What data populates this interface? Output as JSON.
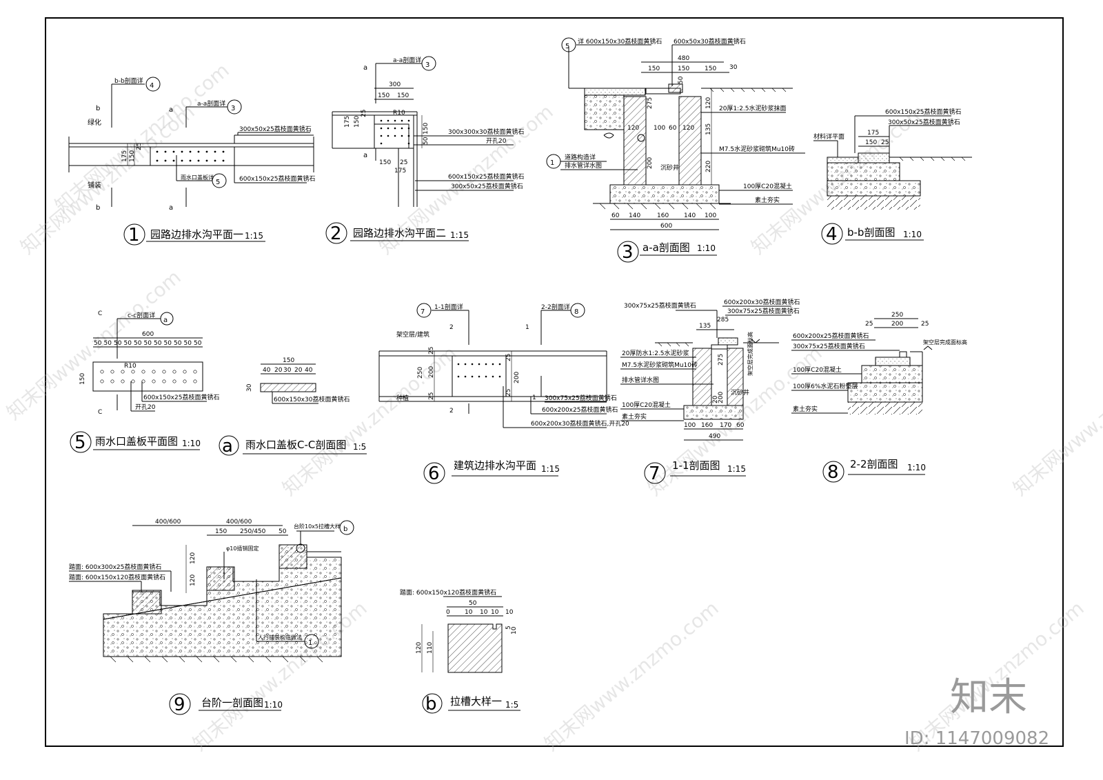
{
  "watermark": {
    "text": "知末网www.znzmo.com",
    "color": "#b9b9b9"
  },
  "brand": {
    "logo": "知末",
    "id": "ID: 1147009082"
  },
  "drawings": {
    "d1": {
      "num": "1",
      "title": "园路边排水沟平面一",
      "scale": "1:15",
      "labels": {
        "bb_ref": "b-b剖面详",
        "bb_ref_num": "4",
        "aa_ref": "a-a剖面详",
        "aa_ref_num": "3",
        "b_top": "b",
        "b_bot": "b",
        "a_top": "a",
        "a_bot": "a",
        "green": "绿化",
        "paving": "铺装",
        "dim175": "175",
        "dim150": "150",
        "dim25": "25",
        "stone1": "300x50x25荔枝面黄锈石",
        "stone2": "600x150x25荔枝面黄锈石",
        "cover": "雨水口盖板详",
        "cover_num": "5"
      }
    },
    "d2": {
      "num": "2",
      "title": "园路边排水沟平面二",
      "scale": "1:15",
      "labels": {
        "a_ref": "a-a剖面详",
        "a_ref_num": "3",
        "a_top": "a",
        "a_bot": "a",
        "dim300": "300",
        "dim150a": "150",
        "dim150b": "150",
        "r10": "R10",
        "dim175l": "175",
        "dim150l": "150",
        "dim25l": "25",
        "dim150r": "150",
        "dim50r": "50",
        "dim150b2": "150",
        "dim25b": "25",
        "dim175b": "175",
        "stone1": "300x300x30荔枝面黄锈石",
        "hole": "开孔20",
        "stone2": "600x150x25荔枝面黄锈石",
        "stone3": "300x50x25荔枝面黄锈石"
      }
    },
    "d3": {
      "num": "3",
      "title": "a-a剖面图",
      "scale": "1:10",
      "labels": {
        "ref_num": "5",
        "ref": "详 600x150x30荔枝面黄锈石",
        "stone_top": "600x50x30荔枝面黄锈石",
        "d480": "480",
        "d150a": "150",
        "d150b": "150",
        "d150c": "150",
        "d30": "30",
        "d50": "50",
        "d120": "120",
        "d135": "135",
        "d220": "220",
        "d275": "275",
        "d200": "200",
        "d120b": "120",
        "d100": "100",
        "d60": "60",
        "d120c": "120",
        "mortar": "20厚1:2.5水泥砂浆抹面",
        "brick": "M7.5水泥砂浆砌筑Mu10砖",
        "well": "沉砂井",
        "road": "道路构造详",
        "pipe": "排水管详水图",
        "road_num": "1",
        "concrete": "100厚C20混凝土",
        "soil": "素土夯实",
        "b60": "60",
        "b140": "140",
        "b160": "160",
        "b140b": "140",
        "b100": "100",
        "b600": "600"
      }
    },
    "d4": {
      "num": "4",
      "title": "b-b剖面图",
      "scale": "1:10",
      "labels": {
        "stone1": "600x150x25荔枝面黄锈石",
        "stone2": "300x50x25荔枝面黄锈石",
        "surface": "材料详平面",
        "d175": "175",
        "d150": "150",
        "d25": "25"
      }
    },
    "d5": {
      "num": "5",
      "title": "雨水口盖板平面图",
      "scale": "1:10",
      "labels": {
        "c_top": "C",
        "c_bot": "C",
        "cc": "c-c剖面详",
        "cc_num": "a",
        "d600": "600",
        "d50s": "50",
        "d150": "150",
        "r10": "R10",
        "stone": "600x150x25荔枝面黄锈石",
        "hole": "开孔20"
      }
    },
    "da": {
      "num": "a",
      "title": "雨水口盖板C-C剖面图",
      "scale": "1:5",
      "labels": {
        "d150": "150",
        "d40a": "40",
        "d20a": "20",
        "d30": "30",
        "d20b": "20",
        "d40b": "40",
        "d30v": "30",
        "stone": "600x150x30荔枝面黄锈石"
      }
    },
    "d6": {
      "num": "6",
      "title": "建筑边排水沟平面",
      "scale": "1:15",
      "labels": {
        "ref1": "1-1剖面详",
        "ref1_num": "7",
        "ref2": "2-2剖面详",
        "ref2_num": "8",
        "n2a": "2",
        "n2b": "2",
        "n1a": "1",
        "n1b": "1",
        "upper": "架空层/建筑",
        "lower": "种植",
        "d250": "250",
        "d200": "200",
        "d25a": "25",
        "d25b": "25",
        "d200b": "200",
        "d25c": "25",
        "d25d": "25",
        "stone1": "300x75x25荔枝面黄锈石",
        "stone2": "600x200x25荔枝面黄锈石",
        "stone3": "600x200x30荔枝面黄锈石,开孔20"
      }
    },
    "d7": {
      "num": "7",
      "title": "1-1剖面图",
      "scale": "1:15",
      "labels": {
        "stone1": "300x75x25荔枝面黄锈石",
        "stone2": "600x200x30荔枝面黄锈石",
        "stone3": "300x75x25荔枝面黄锈石",
        "d135": "135",
        "d285": "285",
        "d275": "275",
        "d200": "200",
        "d20": "20",
        "waterproof": "20厚防水1:2.5水泥砂浆",
        "brick": "M7.5水泥砂浆砌筑Mu10砖",
        "pipe": "排水管详水图",
        "well": "沉砂井",
        "concrete": "100厚C20混凝土",
        "soil": "素土夯实",
        "level": "架空层完成面标高",
        "b100": "100",
        "b160": "160",
        "b170": "170",
        "b60": "60",
        "b490": "490"
      }
    },
    "d8": {
      "num": "8",
      "title": "2-2剖面图",
      "scale": "1:10",
      "labels": {
        "d250": "250",
        "d25a": "25",
        "d200": "200",
        "d25b": "25",
        "stone1": "600x200x25荔枝面黄锈石",
        "stone2": "300x75x25荔枝面黄锈石",
        "level": "架空层完成面标高",
        "concrete": "100厚C20混凝土",
        "gravel": "100厚6%水泥石粉垫层",
        "soil": "素土夯实"
      }
    },
    "d9": {
      "num": "9",
      "title": "台阶一剖面图",
      "scale": "1:10",
      "labels": {
        "d400a": "400/600",
        "d400b": "400/600",
        "d150": "150",
        "d250": "250/450",
        "d50": "50",
        "d120a": "120",
        "d120b": "120",
        "ref": "台阶10x5拉槽大样",
        "ref_num": "b",
        "pin": "φ10插销固定",
        "tread": "踏面: 600x300x25荔枝面黄锈石",
        "riser": "踏面: 600x150x120荔枝面黄锈石",
        "paving": "人行铺装构造做法",
        "paving_num": "1"
      }
    },
    "db": {
      "num": "b",
      "title": "拉槽大样一",
      "scale": "1:5",
      "labels": {
        "stone": "踏面: 600x150x120荔枝面黄锈石",
        "d50": "50",
        "d0": "0",
        "d10a": "10",
        "d10b": "10",
        "d10c": "10",
        "d10d": "10",
        "d120": "120",
        "d110": "110",
        "d5": "5",
        "d10v": "10"
      }
    }
  }
}
